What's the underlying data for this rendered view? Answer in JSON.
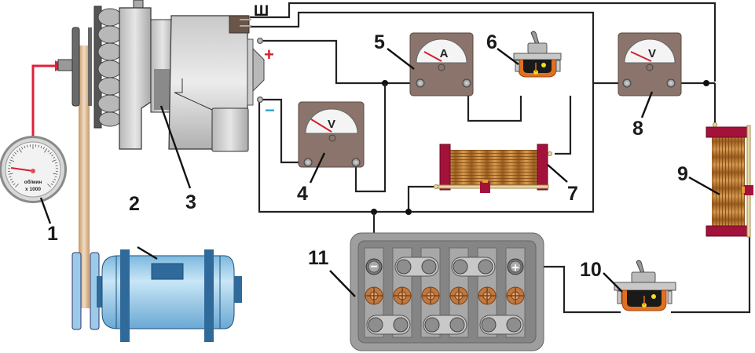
{
  "diagram": {
    "title": "Generator test bench circuit",
    "callouts": [
      {
        "id": "1",
        "label": "1",
        "component": "tachometer"
      },
      {
        "id": "2",
        "label": "2",
        "component": "drive electric motor"
      },
      {
        "id": "3",
        "label": "3",
        "component": "generator"
      },
      {
        "id": "4",
        "label": "4",
        "component": "voltmeter"
      },
      {
        "id": "5",
        "label": "5",
        "component": "ammeter"
      },
      {
        "id": "6",
        "label": "6",
        "component": "toggle switch"
      },
      {
        "id": "7",
        "label": "7",
        "component": "load rheostat"
      },
      {
        "id": "8",
        "label": "8",
        "component": "voltmeter"
      },
      {
        "id": "9",
        "label": "9",
        "component": "field rheostat"
      },
      {
        "id": "10",
        "label": "10",
        "component": "toggle switch"
      },
      {
        "id": "11",
        "label": "11",
        "component": "battery"
      }
    ],
    "tachometer": {
      "unit_line1": "об/мин",
      "unit_line2": "x 1000"
    },
    "generator_terminals": {
      "field": "Ш",
      "positive": "+",
      "negative": "−"
    },
    "meters": {
      "ammeter_symbol": "A",
      "voltmeter_symbol": "V"
    },
    "battery_terminals": {
      "negative": "−",
      "positive": "+"
    },
    "colors": {
      "arrow": "#e0203a",
      "plus_sign": "#d8202e",
      "minus_sign": "#2aa6c8",
      "meter_body": "#8a746c",
      "rheostat_end": "#a3123a",
      "coil": "#b87a30",
      "motor": "#8cc4e6",
      "switch_orange": "#e07020"
    }
  }
}
